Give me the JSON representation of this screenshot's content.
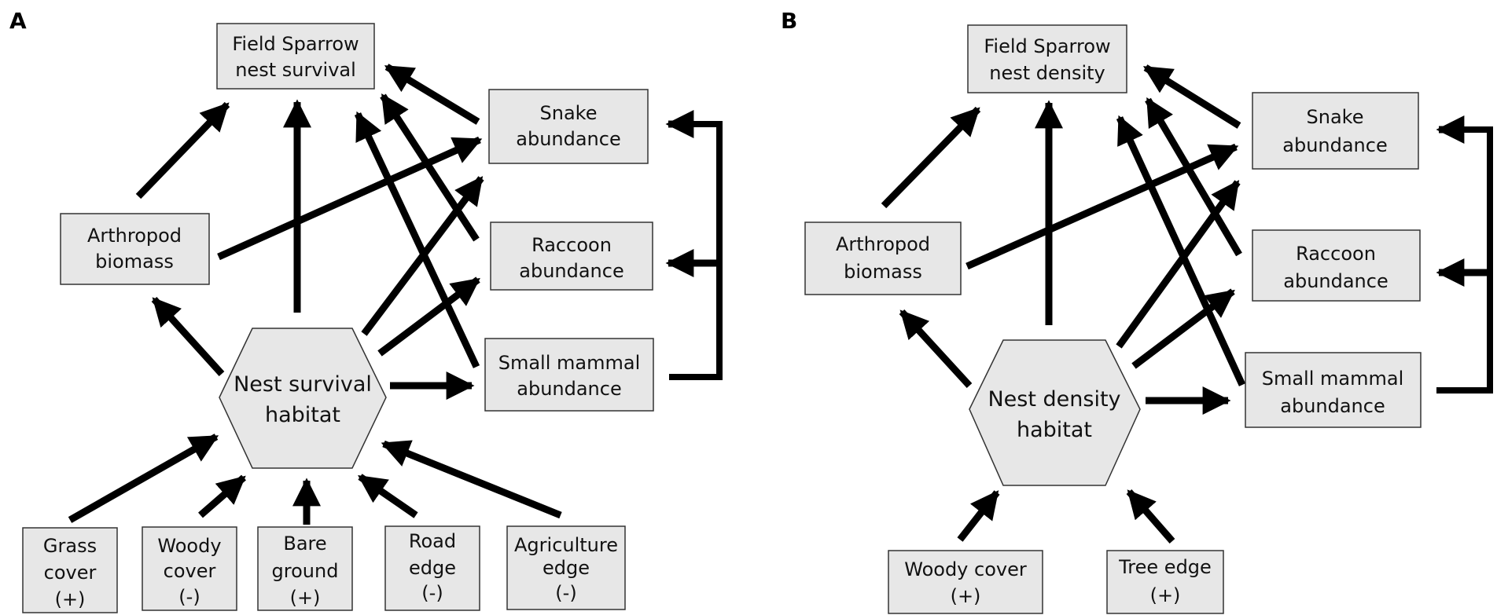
{
  "panels": [
    {
      "label": "A",
      "target": [
        "Field Sparrow",
        "nest survival"
      ],
      "snake": [
        "Snake",
        "abundance"
      ],
      "arthropod": [
        "Arthropod",
        "biomass"
      ],
      "raccoon": [
        "Raccoon",
        "abundance"
      ],
      "mammal": [
        "Small mammal",
        "abundance"
      ],
      "habitat": [
        "Nest survival",
        "habitat"
      ],
      "inputs": [
        [
          "Grass",
          "cover",
          "(+)"
        ],
        [
          "Woody",
          "cover",
          "(-)"
        ],
        [
          "Bare",
          "ground",
          "(+)"
        ],
        [
          "Road",
          "edge",
          "(-)"
        ],
        [
          "Agriculture",
          "edge",
          "(-)"
        ]
      ]
    },
    {
      "label": "B",
      "target": [
        "Field Sparrow",
        "nest density"
      ],
      "snake": [
        "Snake",
        "abundance"
      ],
      "arthropod": [
        "Arthropod",
        "biomass"
      ],
      "raccoon": [
        "Raccoon",
        "abundance"
      ],
      "mammal": [
        "Small mammal",
        "abundance"
      ],
      "habitat": [
        "Nest density",
        "habitat"
      ],
      "inputs": [
        [
          "Woody cover",
          "(+)"
        ],
        [
          "Tree edge",
          "(+)"
        ]
      ]
    }
  ]
}
